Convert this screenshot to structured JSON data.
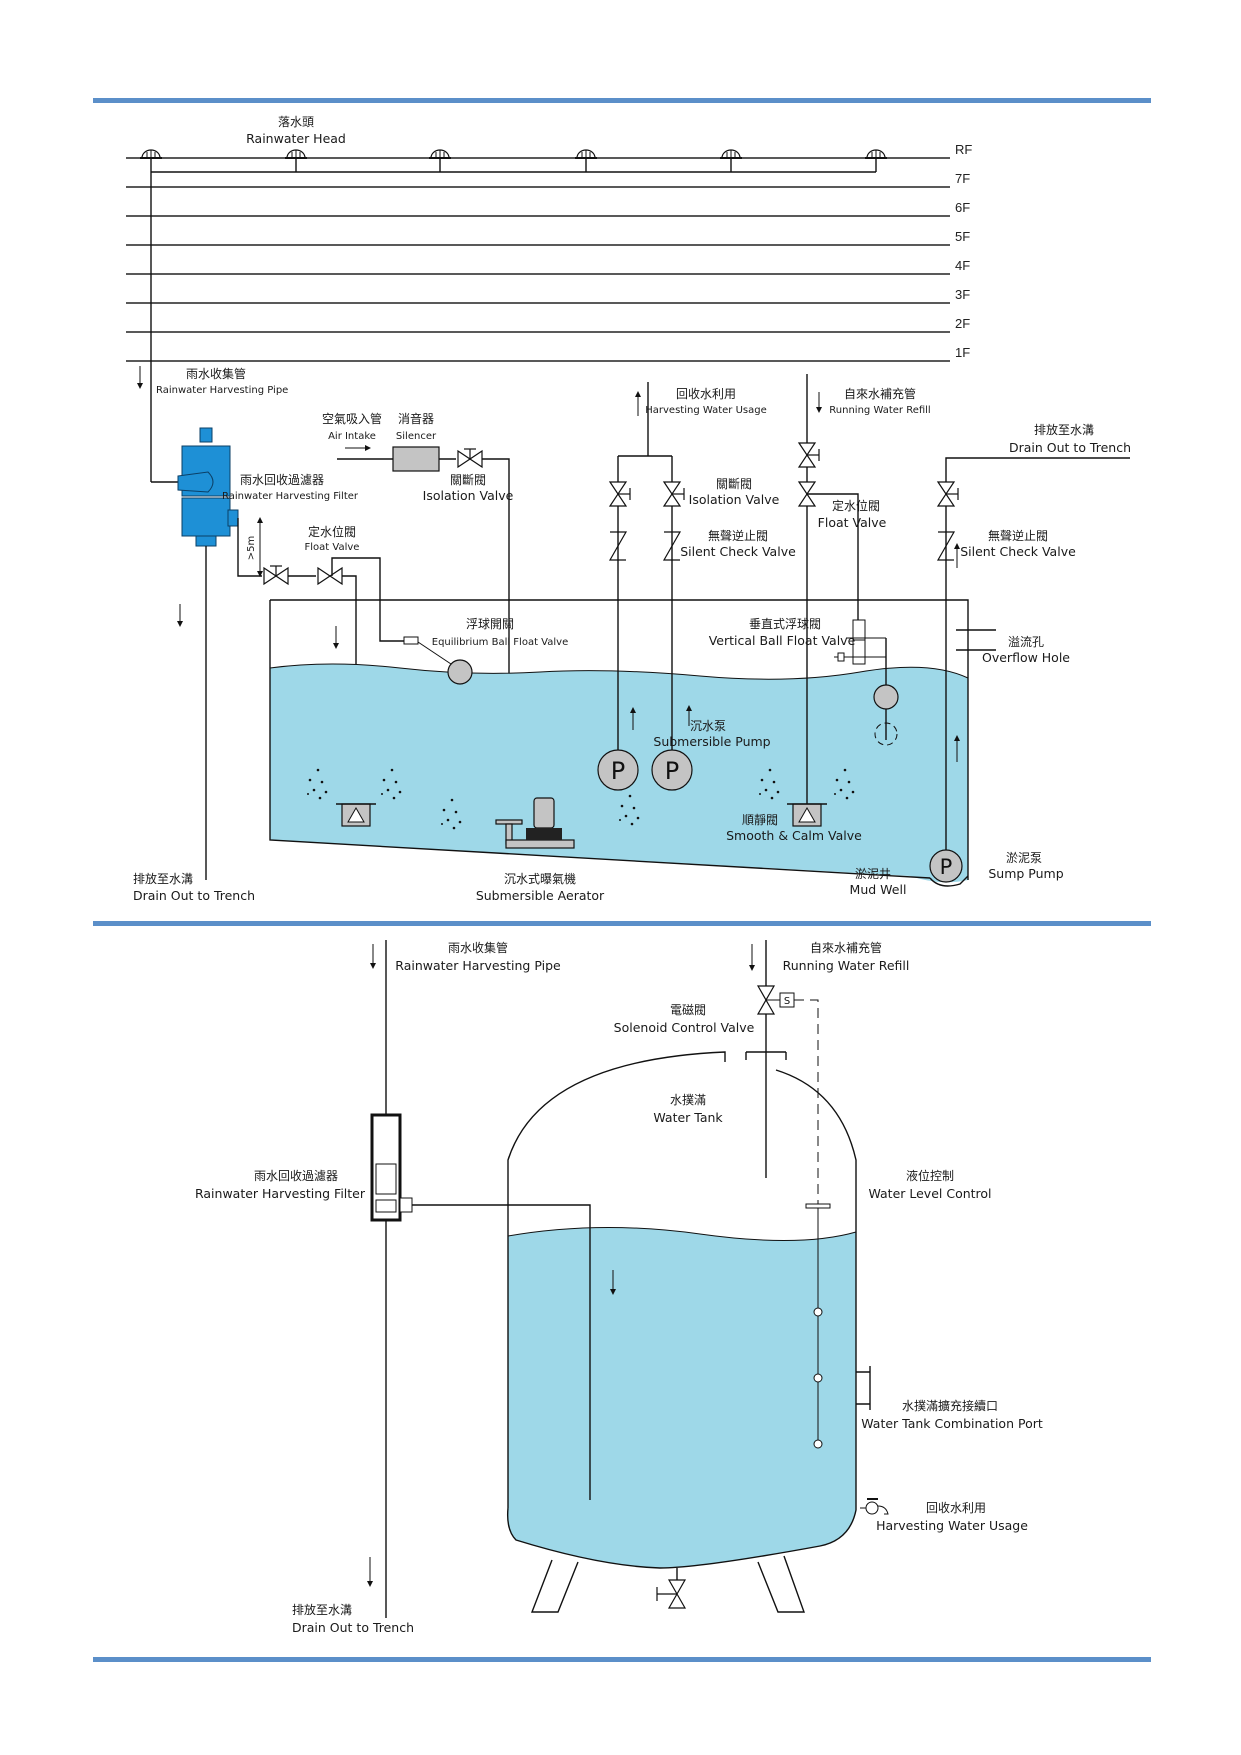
{
  "colors": {
    "band": "#5b8fc9",
    "water": "#9ed8e8",
    "filter": "#1e90d6",
    "component_gray": "#c4c4c4"
  },
  "top_diagram": {
    "rainwater_head": {
      "zh": "落水頭",
      "en": "Rainwater Head"
    },
    "floors": [
      "RF",
      "7F",
      "6F",
      "5F",
      "4F",
      "3F",
      "2F",
      "1F"
    ],
    "harvest_pipe": {
      "zh": "雨水收集管",
      "en": "Rainwater Harvesting Pipe"
    },
    "air_intake": {
      "zh": "空氣吸入管",
      "en": "Air Intake"
    },
    "silencer": {
      "zh": "消音器",
      "en": "Silencer"
    },
    "isolation_valve_air": {
      "zh": "關斷閥",
      "en": "Isolation Valve"
    },
    "filter": {
      "zh": "雨水回收過濾器",
      "en": "Rainwater Harvesting Filter"
    },
    "height_marker": ">5m",
    "float_valve_left": {
      "zh": "定水位閥",
      "en": "Float Valve"
    },
    "harvest_usage": {
      "zh": "回收水利用",
      "en": "Harvesting Water Usage"
    },
    "running_refill": {
      "zh": "自來水補充管",
      "en": "Running Water Refill"
    },
    "drain_right": {
      "zh": "排放至水溝",
      "en": "Drain Out to Trench"
    },
    "isolation_valve_pumps": {
      "zh": "關斷閥",
      "en": "Isolation Valve"
    },
    "float_valve_right": {
      "zh": "定水位閥",
      "en": "Float Valve"
    },
    "silent_check_left": {
      "zh": "無聲逆止閥",
      "en": "Silent Check Valve"
    },
    "silent_check_right": {
      "zh": "無聲逆止閥",
      "en": "Silent Check Valve"
    },
    "equilibrium_float": {
      "zh": "浮球開關",
      "en": "Equilibrium Ball Float Valve"
    },
    "vertical_float": {
      "zh": "垂直式浮球閥",
      "en": "Vertical Ball Float Valve"
    },
    "overflow": {
      "zh": "溢流孔",
      "en": "Overflow Hole"
    },
    "submersible_pump": {
      "zh": "沉水泵",
      "en": "Submersible Pump"
    },
    "pump_letter": "P",
    "smooth_valve": {
      "zh": "順靜閥",
      "en": "Smooth & Calm Valve"
    },
    "sump_pump": {
      "zh": "淤泥泵",
      "en": "Sump Pump"
    },
    "mud_well": {
      "zh": "淤泥井",
      "en": "Mud Well"
    },
    "aerator": {
      "zh": "沉水式曝氣機",
      "en": "Submersible Aerator"
    },
    "drain_left": {
      "zh": "排放至水溝",
      "en": "Drain Out to Trench"
    }
  },
  "bottom_diagram": {
    "harvest_pipe": {
      "zh": "雨水收集管",
      "en": "Rainwater Harvesting Pipe"
    },
    "running_refill": {
      "zh": "自來水補充管",
      "en": "Running Water Refill"
    },
    "solenoid": {
      "zh": "電磁閥",
      "en": "Solenoid Control Valve"
    },
    "solenoid_letter": "S",
    "water_tank": {
      "zh": "水撲滿",
      "en": "Water Tank"
    },
    "filter": {
      "zh": "雨水回收過濾器",
      "en": "Rainwater Harvesting Filter"
    },
    "level_control": {
      "zh": "液位控制",
      "en": "Water Level Control"
    },
    "combination_port": {
      "zh": "水撲滿擴充接續口",
      "en": "Water Tank Combination Port"
    },
    "harvest_usage": {
      "zh": "回收水利用",
      "en": "Harvesting Water Usage"
    },
    "drain": {
      "zh": "排放至水溝",
      "en": "Drain Out to Trench"
    }
  }
}
